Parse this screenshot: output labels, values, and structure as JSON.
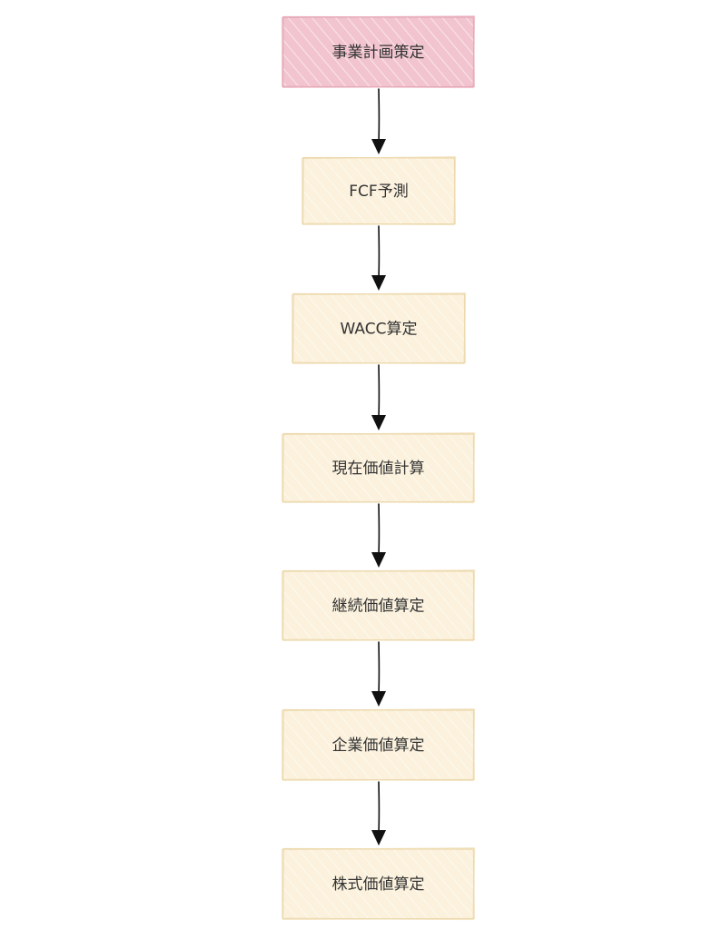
{
  "diagram": {
    "nodes": [
      {
        "id": "business-plan",
        "label": "事業計画策定",
        "fill": "#f2c4cf",
        "hatch": "#ffffff",
        "stroke": "#e6a9b7"
      },
      {
        "id": "fcf-forecast",
        "label": "FCF予測",
        "fill": "#fbf1dc",
        "hatch": "#ffffff",
        "stroke": "#ecd8ac"
      },
      {
        "id": "wacc-calculation",
        "label": "WACC算定",
        "fill": "#fbf1dc",
        "hatch": "#ffffff",
        "stroke": "#ecd8ac"
      },
      {
        "id": "present-value-calculation",
        "label": "現在価値計算",
        "fill": "#fbf1dc",
        "hatch": "#ffffff",
        "stroke": "#ecd8ac"
      },
      {
        "id": "terminal-value-calculation",
        "label": "継続価値算定",
        "fill": "#fbf1dc",
        "hatch": "#ffffff",
        "stroke": "#ecd8ac"
      },
      {
        "id": "enterprise-value-calculation",
        "label": "企業価値算定",
        "fill": "#fbf1dc",
        "hatch": "#ffffff",
        "stroke": "#ecd8ac"
      },
      {
        "id": "equity-value-calculation",
        "label": "株式価値算定",
        "fill": "#fbf1dc",
        "hatch": "#ffffff",
        "stroke": "#ecd8ac"
      }
    ],
    "edges": [
      {
        "from": "business-plan",
        "to": "fcf-forecast"
      },
      {
        "from": "fcf-forecast",
        "to": "wacc-calculation"
      },
      {
        "from": "wacc-calculation",
        "to": "present-value-calculation"
      },
      {
        "from": "present-value-calculation",
        "to": "terminal-value-calculation"
      },
      {
        "from": "terminal-value-calculation",
        "to": "enterprise-value-calculation"
      },
      {
        "from": "enterprise-value-calculation",
        "to": "equity-value-calculation"
      }
    ],
    "arrow_color": "#111111"
  }
}
